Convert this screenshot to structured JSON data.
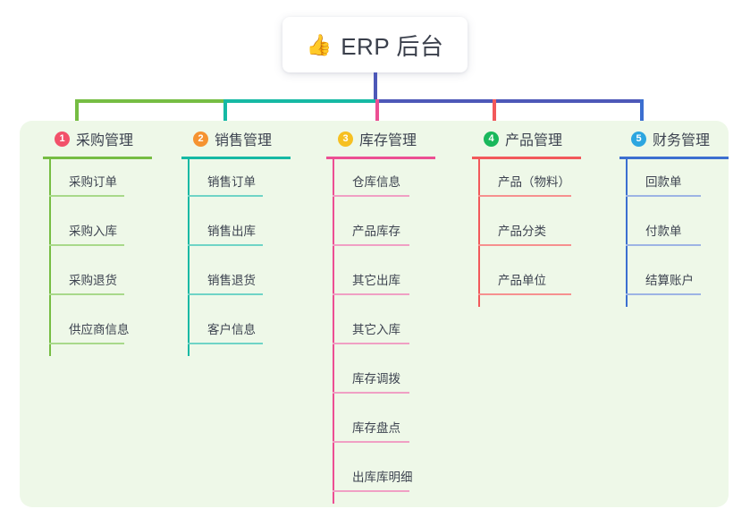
{
  "root": {
    "icon": "thumbs-up-icon",
    "emoji": "👍",
    "title": "ERP 后台"
  },
  "palette": {
    "page_background": "#ffffff",
    "panel_background": "#eef8e8",
    "root_stem": "#4d58b8",
    "bar_green": "#76bd43",
    "bar_teal": "#16b9a4",
    "bar_blue": "#4d58b8",
    "text": "#3d4350"
  },
  "columns": [
    {
      "number": "1",
      "label": "采购管理",
      "badge_color": "#f2516a",
      "line_color": "#76bd43",
      "leaf_line_color": "#a8d98a",
      "drop_color": "#76bd43",
      "head_rule_width": 122,
      "leaf_rule_width": 84,
      "leaves": [
        "采购订单",
        "采购入库",
        "采购退货",
        "供应商信息"
      ]
    },
    {
      "number": "2",
      "label": "销售管理",
      "badge_color": "#f59331",
      "line_color": "#16b9a4",
      "leaf_line_color": "#6fd4c6",
      "drop_color": "#16b9a4",
      "head_rule_width": 122,
      "leaf_rule_width": 84,
      "leaves": [
        "销售订单",
        "销售出库",
        "销售退货",
        "客户信息"
      ]
    },
    {
      "number": "3",
      "label": "库存管理",
      "badge_color": "#f6c022",
      "line_color": "#ec4f93",
      "leaf_line_color": "#f0a0c4",
      "drop_color": "#ec4f93",
      "head_rule_width": 122,
      "leaf_rule_width": 86,
      "leaves": [
        "仓库信息",
        "产品库存",
        "其它出库",
        "其它入库",
        "库存调拨",
        "库存盘点",
        "出库库明细"
      ]
    },
    {
      "number": "4",
      "label": "产品管理",
      "badge_color": "#19b85c",
      "line_color": "#f2595b",
      "leaf_line_color": "#f6908f",
      "drop_color": "#f2595b",
      "head_rule_width": 122,
      "leaf_rule_width": 104,
      "leaves": [
        "产品（物料）",
        "产品分类",
        "产品单位"
      ]
    },
    {
      "number": "5",
      "label": "财务管理",
      "badge_color": "#2ca6e0",
      "line_color": "#3c6fd0",
      "leaf_line_color": "#9db4e4",
      "drop_color": "#3c6fd0",
      "head_rule_width": 122,
      "leaf_rule_width": 84,
      "leaves": [
        "回款单",
        "付款单",
        "结算账户"
      ]
    }
  ]
}
